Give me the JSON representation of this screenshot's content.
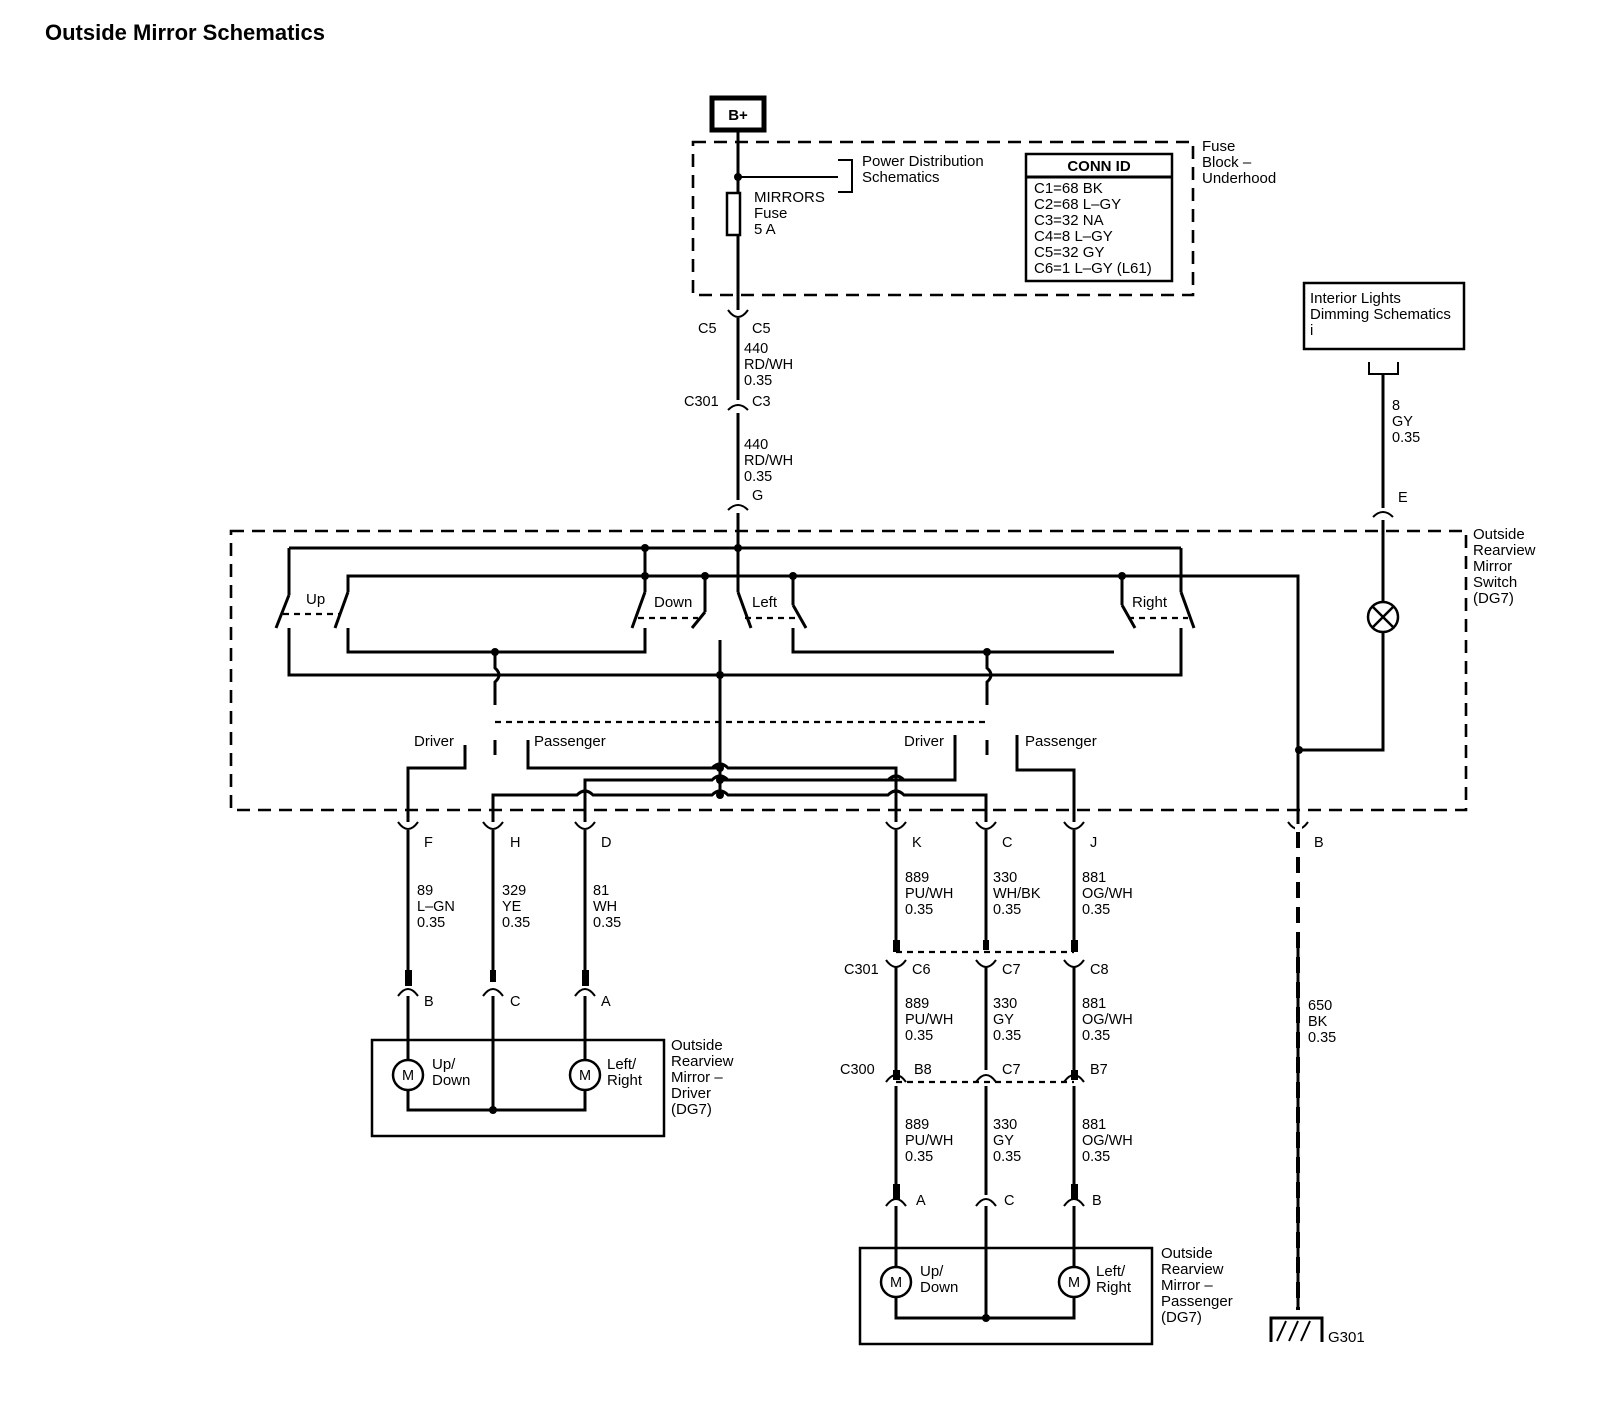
{
  "title": "Outside Mirror Schematics",
  "power": {
    "bplus": "B+"
  },
  "fuse_block": {
    "label": [
      "Fuse",
      "Block –",
      "Underhood"
    ],
    "power_dist_ref": [
      "Power Distribution",
      "Schematics"
    ],
    "fuse": [
      "MIRRORS",
      "Fuse",
      "5 A"
    ],
    "conn_id": {
      "header": "CONN ID",
      "rows": [
        "C1=68 BK",
        "C2=68 L–GY",
        "C3=32 NA",
        "C4=8 L–GY",
        "C5=32 GY",
        "C6=1 L–GY (L61)"
      ]
    }
  },
  "main_feed": {
    "c5_left": "C5",
    "c5_right": "C5",
    "wire1": [
      "440",
      "RD/WH",
      "0.35"
    ],
    "c301": "C301",
    "c3": "C3",
    "wire2": [
      "440",
      "RD/WH",
      "0.35"
    ],
    "pin_g": "G"
  },
  "dimming": {
    "box": [
      "Interior Lights",
      "Dimming Schematics",
      "i"
    ],
    "wire": [
      "8",
      "GY",
      "0.35"
    ],
    "pin_e": "E"
  },
  "switch": {
    "label": [
      "Outside",
      "Rearview",
      "Mirror",
      "Switch",
      "(DG7)"
    ],
    "up": "Up",
    "down": "Down",
    "left": "Left",
    "right": "Right",
    "driver_1": "Driver",
    "passenger_1": "Passenger",
    "driver_2": "Driver",
    "passenger_2": "Passenger"
  },
  "switch_pins": {
    "f": "F",
    "h": "H",
    "d": "D",
    "k": "K",
    "c": "C",
    "j": "J",
    "b": "B"
  },
  "driver_wires": {
    "f": [
      "89",
      "L–GN",
      "0.35"
    ],
    "h": [
      "329",
      "YE",
      "0.35"
    ],
    "d": [
      "81",
      "WH",
      "0.35"
    ]
  },
  "driver_mirror": {
    "pins": {
      "b": "B",
      "c": "C",
      "a": "A"
    },
    "motor": "M",
    "updown": [
      "Up/",
      "Down"
    ],
    "leftright": [
      "Left/",
      "Right"
    ],
    "label": [
      "Outside",
      "Rearview",
      "Mirror –",
      "Driver",
      "(DG7)"
    ]
  },
  "passenger_wires": {
    "k": [
      "889",
      "PU/WH",
      "0.35"
    ],
    "c": [
      "330",
      "WH/BK",
      "0.35"
    ],
    "j": [
      "881",
      "OG/WH",
      "0.35"
    ],
    "k2": [
      "889",
      "PU/WH",
      "0.35"
    ],
    "c2": [
      "330",
      "GY",
      "0.35"
    ],
    "j2": [
      "881",
      "OG/WH",
      "0.35"
    ],
    "k3": [
      "889",
      "PU/WH",
      "0.35"
    ],
    "c3": [
      "330",
      "GY",
      "0.35"
    ],
    "j3": [
      "881",
      "OG/WH",
      "0.35"
    ]
  },
  "inline_connectors": {
    "c301": "C301",
    "c6": "C6",
    "c7a": "C7",
    "c8": "C8",
    "c300": "C300",
    "b8": "B8",
    "c7b": "C7",
    "b7": "B7"
  },
  "passenger_mirror": {
    "pins": {
      "a": "A",
      "c": "C",
      "b": "B"
    },
    "motor": "M",
    "updown": [
      "Up/",
      "Down"
    ],
    "leftright": [
      "Left/",
      "Right"
    ],
    "label": [
      "Outside",
      "Rearview",
      "Mirror –",
      "Passenger",
      "(DG7)"
    ]
  },
  "ground": {
    "wire": [
      "650",
      "BK",
      "0.35"
    ],
    "name": "G301"
  }
}
